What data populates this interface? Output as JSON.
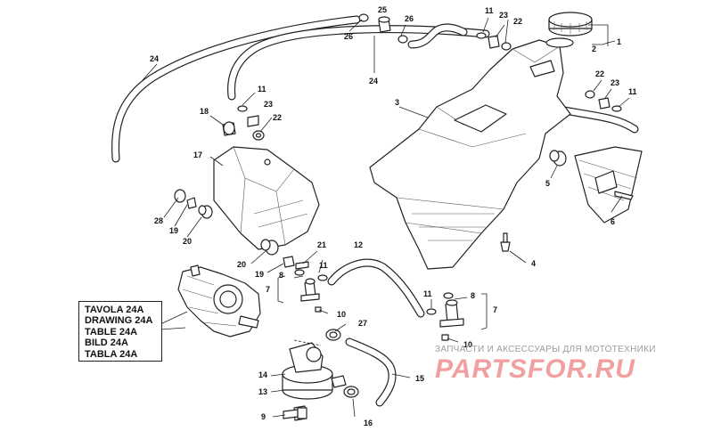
{
  "reference_box": {
    "lines": [
      "TAVOLA 24A",
      "DRAWING 24A",
      "TABLE 24A",
      "BILD 24A",
      "TABLA 24A"
    ]
  },
  "watermark": {
    "tagline": "ЗАПЧАСТИ И АКСЕССУАРЫ ДЛЯ МОТОТЕХНИКИ",
    "brand": "PARTSFOR.RU"
  },
  "callouts": [
    "1",
    "2",
    "3",
    "4",
    "5",
    "6",
    "7",
    "8",
    "9",
    "10",
    "11",
    "12",
    "13",
    "14",
    "15",
    "16",
    "17",
    "18",
    "19",
    "20",
    "21",
    "22",
    "23",
    "24",
    "25",
    "26",
    "27",
    "28"
  ],
  "label_instances": {
    "n1": "1",
    "n2": "2",
    "n3": "3",
    "n4": "4",
    "n5": "5",
    "n6": "6",
    "n7a": "7",
    "n7b": "7",
    "n8a": "8",
    "n8b": "8",
    "n9": "9",
    "n10a": "10",
    "n10b": "10",
    "n11a": "11",
    "n11b": "11",
    "n11c": "11",
    "n11d": "11",
    "n11e": "11",
    "n12": "12",
    "n13": "13",
    "n14": "14",
    "n15": "15",
    "n16": "16",
    "n17": "17",
    "n18": "18",
    "n19a": "19",
    "n19b": "19",
    "n20a": "20",
    "n20b": "20",
    "n21": "21",
    "n22a": "22",
    "n22b": "22",
    "n22c": "22",
    "n23a": "23",
    "n23b": "23",
    "n23c": "23",
    "n24a": "24",
    "n24b": "24",
    "n25": "25",
    "n26a": "26",
    "n26b": "26",
    "n27": "27",
    "n28": "28"
  },
  "colors": {
    "line": "#222222",
    "watermark_text": "#9c9c9c",
    "watermark_brand": "#f0a0a0"
  }
}
